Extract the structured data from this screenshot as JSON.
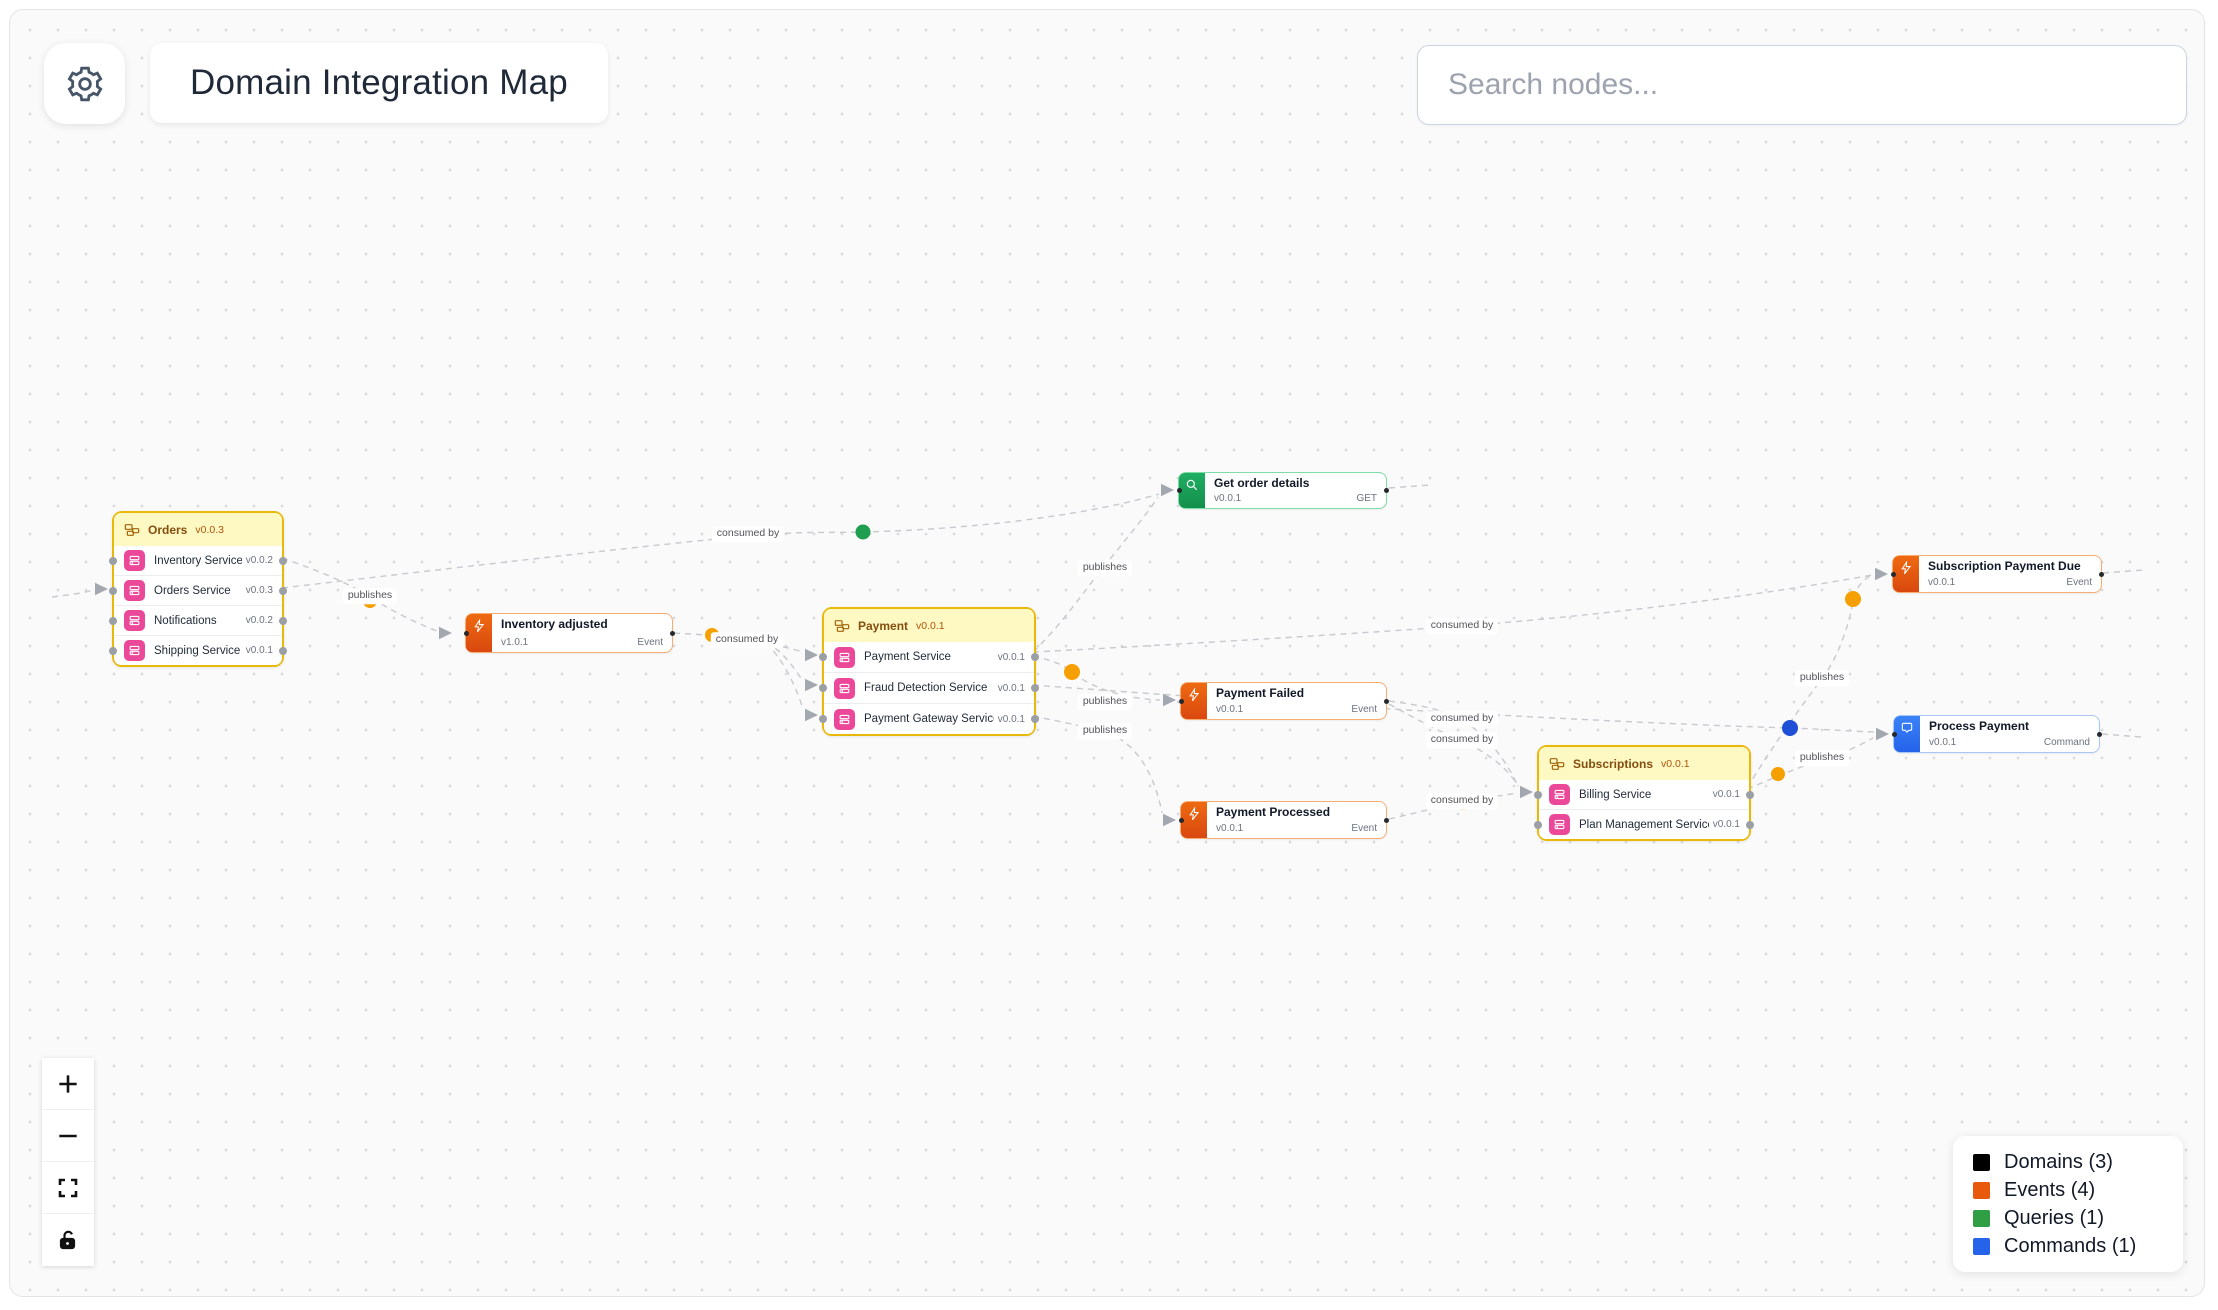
{
  "header": {
    "title": "Domain Integration Map",
    "search": {
      "placeholder": "Search nodes..."
    }
  },
  "domains": [
    {
      "name": "Orders",
      "version": "v0.0.3",
      "services": [
        {
          "name": "Inventory Service",
          "version": "v0.0.2"
        },
        {
          "name": "Orders Service",
          "version": "v0.0.3"
        },
        {
          "name": "Notifications",
          "version": "v0.0.2"
        },
        {
          "name": "Shipping Service",
          "version": "v0.0.1"
        }
      ]
    },
    {
      "name": "Payment",
      "version": "v0.0.1",
      "services": [
        {
          "name": "Payment Service",
          "version": "v0.0.1"
        },
        {
          "name": "Fraud Detection Service",
          "version": "v0.0.1"
        },
        {
          "name": "Payment Gateway Service",
          "version": "v0.0.1"
        }
      ]
    },
    {
      "name": "Subscriptions",
      "version": "v0.0.1",
      "services": [
        {
          "name": "Billing Service",
          "version": "v0.0.1"
        },
        {
          "name": "Plan Management Service",
          "version": "v0.0.1"
        }
      ]
    }
  ],
  "messages": [
    {
      "name": "Inventory adjusted",
      "version": "v1.0.1",
      "type": "Event"
    },
    {
      "name": "Get order details",
      "version": "v0.0.1",
      "type": "GET"
    },
    {
      "name": "Payment Failed",
      "version": "v0.0.1",
      "type": "Event"
    },
    {
      "name": "Payment Processed",
      "version": "v0.0.1",
      "type": "Event"
    },
    {
      "name": "Subscription Payment Due",
      "version": "v0.0.1",
      "type": "Event"
    },
    {
      "name": "Process Payment",
      "version": "v0.0.1",
      "type": "Command"
    }
  ],
  "edge_labels": [
    {
      "text": "publishes"
    },
    {
      "text": "consumed by"
    },
    {
      "text": "consumed by"
    },
    {
      "text": "publishes"
    },
    {
      "text": "publishes"
    },
    {
      "text": "publishes"
    },
    {
      "text": "consumed by"
    },
    {
      "text": "consumed by"
    },
    {
      "text": "consumed by"
    },
    {
      "text": "consumed by"
    },
    {
      "text": "publishes"
    },
    {
      "text": "publishes"
    }
  ],
  "connections": [
    {
      "from": "Orders",
      "to": "Inventory adjusted",
      "label": "publishes"
    },
    {
      "from": "Orders Service",
      "to": "Get order details",
      "label": "consumed by"
    },
    {
      "from": "Inventory adjusted",
      "to": "Payment",
      "label": "consumed by"
    },
    {
      "from": "Payment Service",
      "to": "Get order details",
      "label": "publishes"
    },
    {
      "from": "Payment Service",
      "to": "Payment Failed",
      "label": "publishes"
    },
    {
      "from": "Payment Gateway Service",
      "to": "Payment Processed",
      "label": "publishes"
    },
    {
      "from": "Payment Service",
      "to": "Subscription Payment Due",
      "label": "consumed by"
    },
    {
      "from": "Payment Failed",
      "to": "Billing Service",
      "label": "consumed by"
    },
    {
      "from": "Payment Processed",
      "to": "Billing Service",
      "label": "consumed by"
    },
    {
      "from": "Billing Service",
      "to": "Subscription Payment Due",
      "label": "publishes"
    },
    {
      "from": "Billing Service",
      "to": "Process Payment",
      "label": "publishes"
    }
  ],
  "legend": [
    {
      "label": "Domains (3)",
      "color": "#000000"
    },
    {
      "label": "Events (4)",
      "color": "#e8590c"
    },
    {
      "label": "Queries (1)",
      "color": "#2f9e44"
    },
    {
      "label": "Commands (1)",
      "color": "#2563eb"
    }
  ],
  "controls": [
    {
      "icon": "plus-icon"
    },
    {
      "icon": "minus-icon"
    },
    {
      "icon": "fit-view-icon"
    },
    {
      "icon": "unlock-icon"
    }
  ],
  "colors": {
    "domain_border": "#e9b909",
    "domain_header_bg": "#fef9c3",
    "event_accent": "#e8590c",
    "query_accent": "#1fae62",
    "command_accent": "#2563eb",
    "service_icon": "#ec4899",
    "edge": "#c7c9cf",
    "canvas_bg": "#fafafa"
  }
}
